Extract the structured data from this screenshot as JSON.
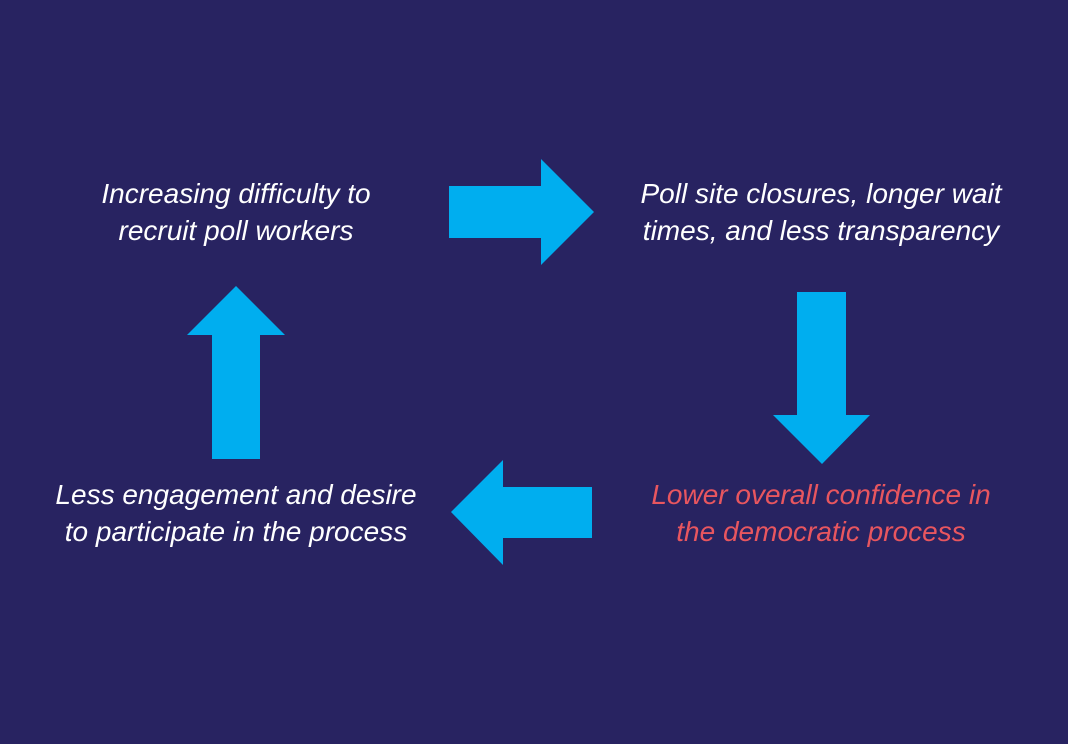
{
  "colors": {
    "background": "#282361",
    "arrow": "#00aeef",
    "text": "#ffffff",
    "highlight_text": "#e8565f"
  },
  "cycle": {
    "nodes": [
      {
        "line1": "Increasing difficulty to",
        "line2": "recruit poll workers"
      },
      {
        "line1": "Poll site closures, longer wait",
        "line2": "times, and less transparency"
      },
      {
        "line1": "Lower overall confidence in",
        "line2": "the democratic process"
      },
      {
        "line1": "Less engagement and desire",
        "line2": "to participate in the process"
      }
    ],
    "arrows": [
      "right",
      "down",
      "left",
      "up"
    ]
  }
}
